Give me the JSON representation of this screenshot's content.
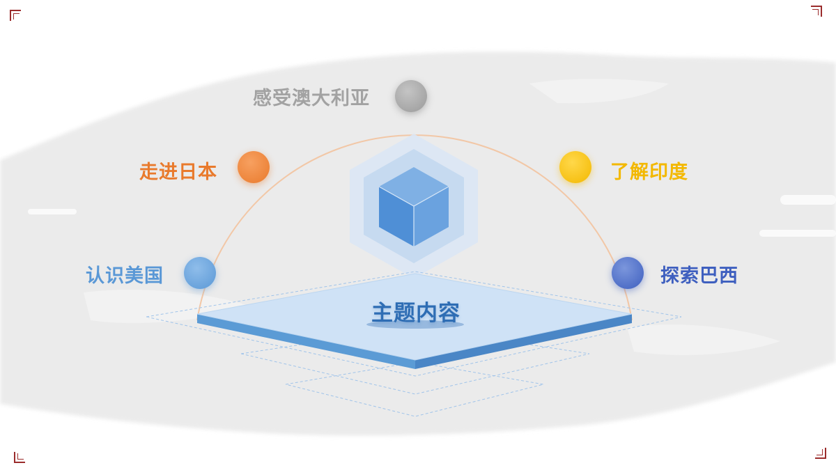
{
  "center": {
    "title": "主题内容",
    "icon": "cube-icon"
  },
  "topics": [
    {
      "label": "感受澳大利亚",
      "color": "#a2a2a2"
    },
    {
      "label": "走进日本",
      "color": "#e97a2c"
    },
    {
      "label": "了解印度",
      "color": "#f3b800"
    },
    {
      "label": "认识美国",
      "color": "#5a98d6"
    },
    {
      "label": "探索巴西",
      "color": "#3e5fbf"
    }
  ],
  "colors": {
    "corner_accent": "#9b2c2c",
    "arc": "#f2c7a6",
    "platform": "#5b9bd5"
  }
}
